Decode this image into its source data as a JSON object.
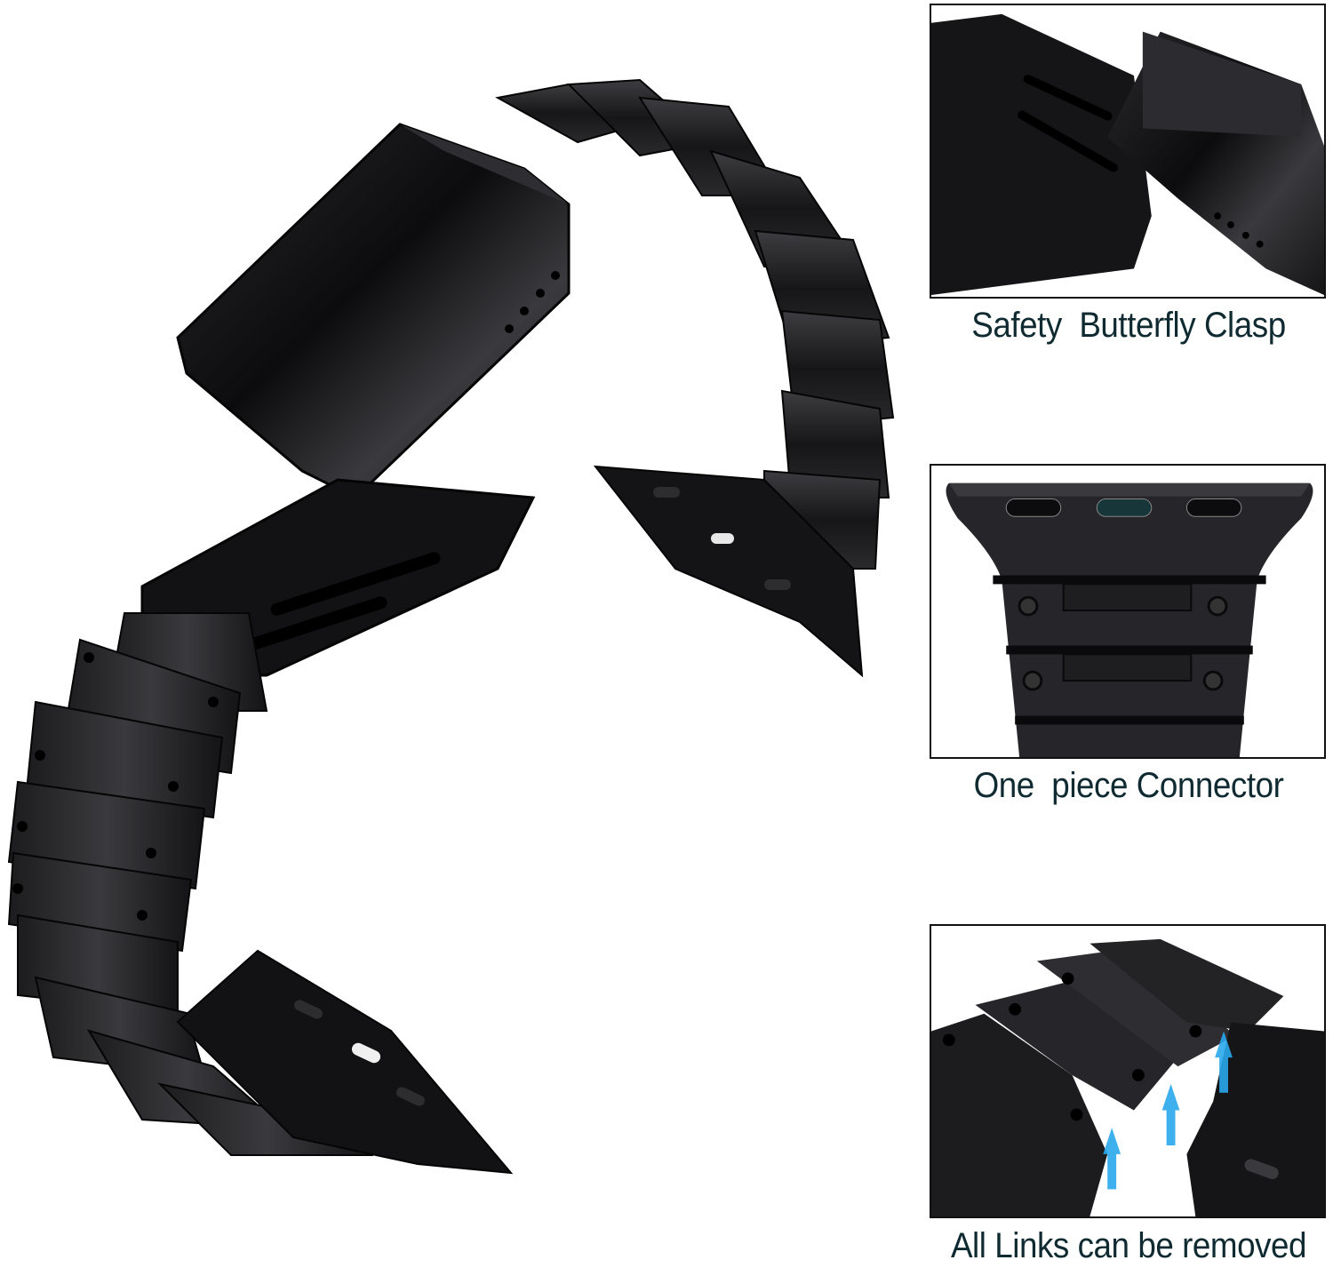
{
  "product": {
    "subject": "Black stainless steel link watch band with butterfly clasp and watch connectors",
    "colors": {
      "band": "#1a1a1c",
      "highlight": "#6a6a6e",
      "background": "#ffffff",
      "caption_text": "#0f2a30",
      "panel_border": "#111111",
      "arrow": "#2aa7ec"
    }
  },
  "insets": [
    {
      "id": "clasp",
      "caption": "Safety  Butterfly Clasp",
      "icon": "butterfly-clasp-detail"
    },
    {
      "id": "connector",
      "caption": "One  piece Connector",
      "icon": "connector-detail"
    },
    {
      "id": "links",
      "caption": "All Links can be removed",
      "icon": "removable-links-detail",
      "arrows": 3
    }
  ]
}
